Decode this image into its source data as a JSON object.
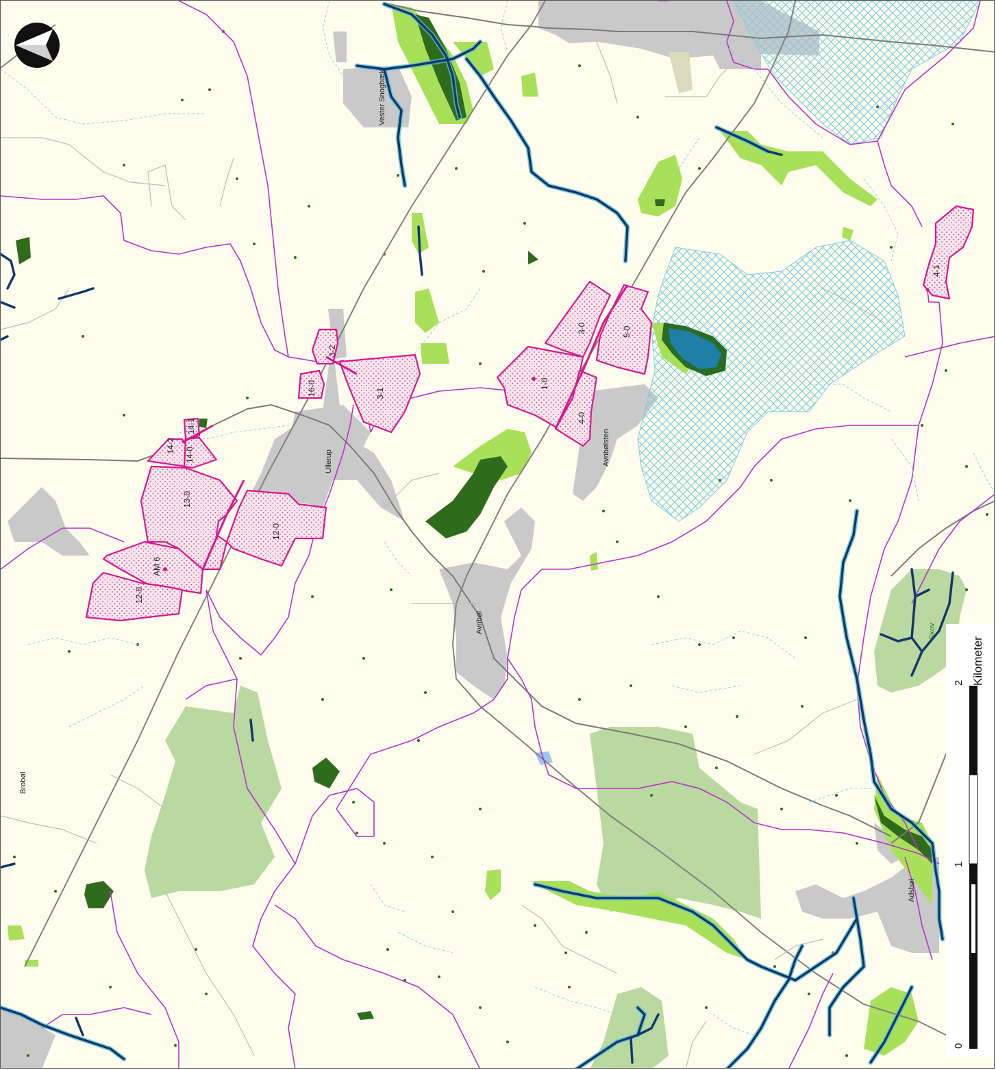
{
  "map": {
    "place_labels": {
      "vester_snogbaek": "Vester Snogbæk",
      "ullerup": "Ullerup",
      "avnbolsten": "Avnbølsten",
      "avnbol": "Avnbøl",
      "adsbol": "Adsbøl",
      "brobol": "Brobøl",
      "skov": "Skov"
    },
    "areas": [
      {
        "id": "3-2",
        "label": "3-2"
      },
      {
        "id": "16-0",
        "label": "16-0"
      },
      {
        "id": "3-1",
        "label": "3-1"
      },
      {
        "id": "3-0",
        "label": "3-0"
      },
      {
        "id": "5-0",
        "label": "5-0"
      },
      {
        "id": "1-0",
        "label": "1-0"
      },
      {
        "id": "4-0",
        "label": "4-0"
      },
      {
        "id": "14-2",
        "label": "14-2"
      },
      {
        "id": "14-1",
        "label": "14-1"
      },
      {
        "id": "14-0",
        "label": "14-0"
      },
      {
        "id": "13-0",
        "label": "13-0"
      },
      {
        "id": "12-0a",
        "label": "12-0"
      },
      {
        "id": "AM6",
        "label": "AM 6"
      },
      {
        "id": "12-0b",
        "label": "12-0"
      },
      {
        "id": "4-1",
        "label": "4-1"
      }
    ],
    "scale_bar": {
      "title": "Kilometer",
      "ticks": [
        "0",
        "1",
        "2"
      ]
    },
    "north_arrow": "north-arrow-icon",
    "colors": {
      "background": "#fefded",
      "urban": "#c9c9c9",
      "forest_light": "#b9d9a0",
      "forest_dark": "#2f6b1d",
      "meadow": "#a9e05a",
      "stream": "#12386e",
      "stream_glow": "#5bc1d6",
      "boundary": "#b832c8",
      "area_outline": "#d9168e",
      "area_fill": "#f7dde8",
      "hatch": "#7fcbe0",
      "road": "#7a7a7a",
      "lake": "#1f7fa6"
    }
  }
}
